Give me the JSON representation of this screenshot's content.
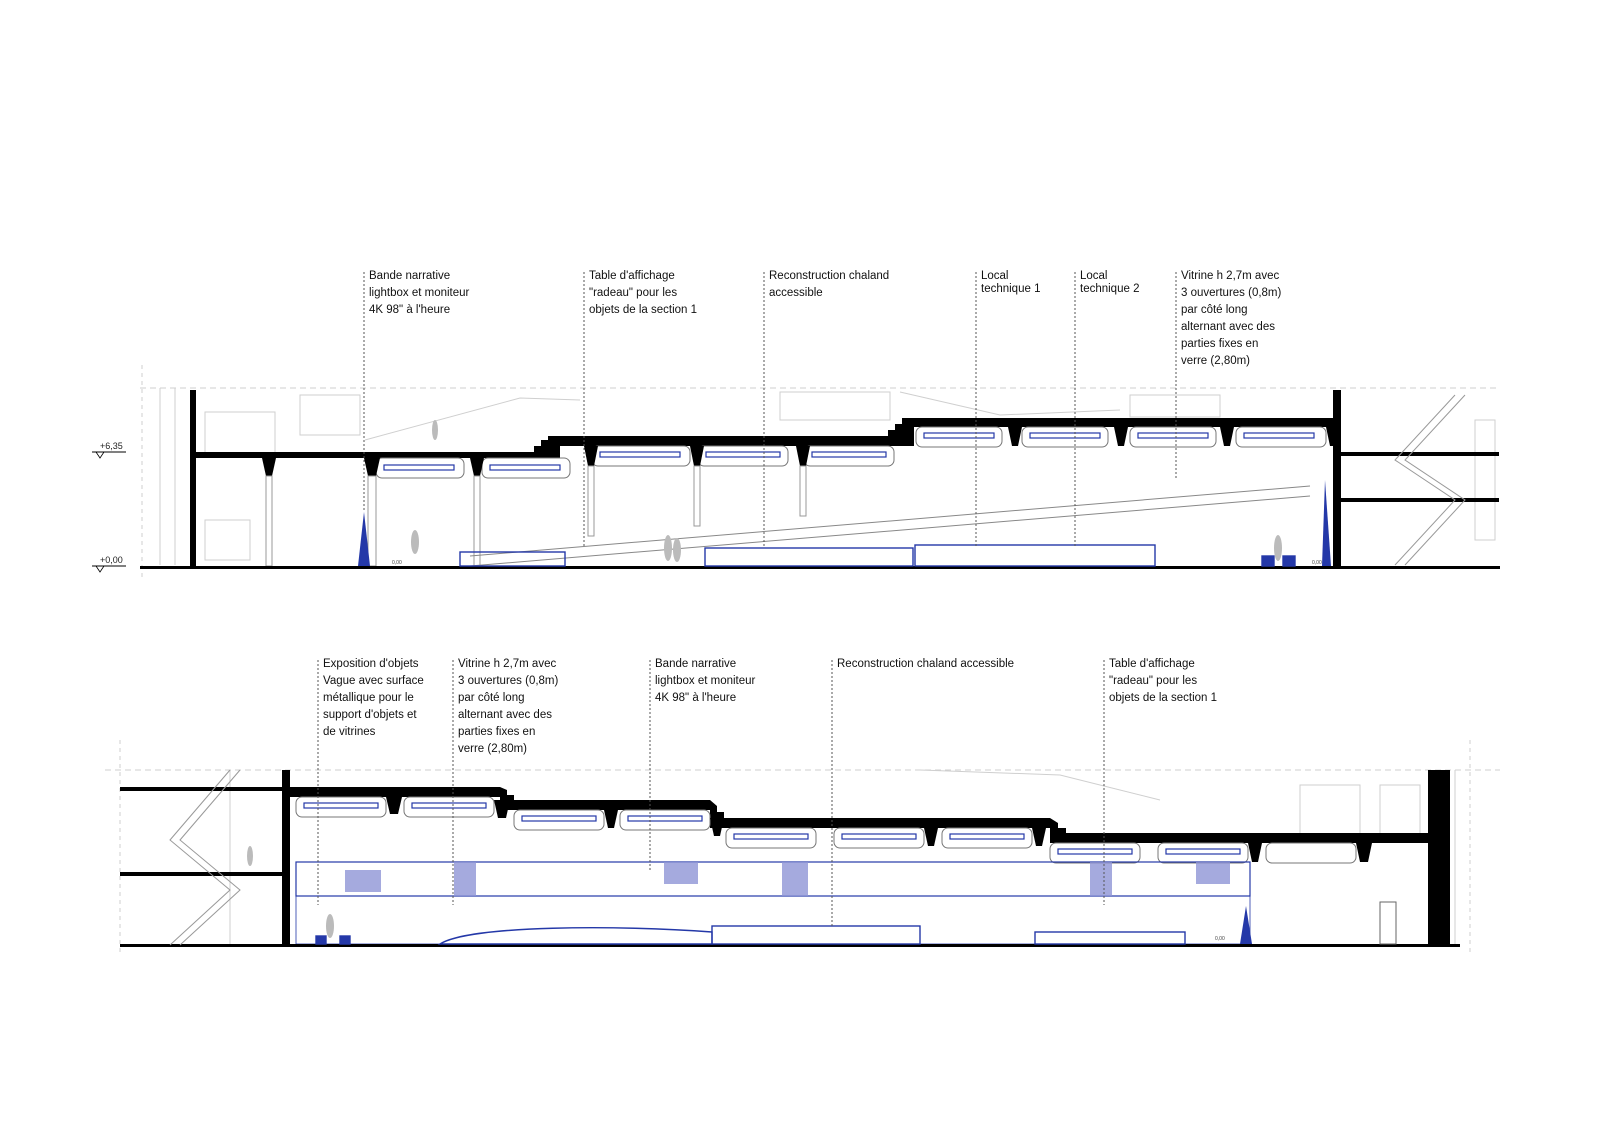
{
  "section_top": {
    "levels": [
      "+6,35",
      "+0,00"
    ],
    "small_marks": [
      "0,00",
      "0,00"
    ],
    "annotations": [
      {
        "lines": [
          "Bande narrative",
          "lightbox et moniteur",
          "4K 98\" à l'heure"
        ]
      },
      {
        "lines": [
          "Table d'affichage",
          "\"radeau\" pour les",
          "objets de la section 1"
        ]
      },
      {
        "lines": [
          "Reconstruction chaland",
          "accessible"
        ]
      },
      {
        "lines": [
          "Local",
          "technique 1"
        ]
      },
      {
        "lines": [
          "Local",
          "technique 2"
        ]
      },
      {
        "lines": [
          "Vitrine h 2,7m avec",
          "3 ouvertures (0,8m)",
          "par côté long",
          "alternant avec des",
          "parties fixes en",
          "verre (2,80m)"
        ]
      }
    ]
  },
  "section_bottom": {
    "small_marks": [
      "0,00"
    ],
    "annotations": [
      {
        "lines": [
          "Exposition d'objets",
          "Vague avec surface",
          "métallique pour le",
          "support d'objets et",
          "de vitrines"
        ]
      },
      {
        "lines": [
          "Vitrine h 2,7m avec",
          "3 ouvertures (0,8m)",
          "par côté long",
          "alternant avec des",
          "parties fixes en",
          "verre (2,80m)"
        ]
      },
      {
        "lines": [
          "Bande narrative",
          "lightbox et moniteur",
          "4K 98\" à l'heure"
        ]
      },
      {
        "lines": [
          "Reconstruction chaland accessible"
        ]
      },
      {
        "lines": [
          "Table d'affichage",
          "\"radeau\" pour les",
          "objets de la section 1"
        ]
      }
    ]
  },
  "colors": {
    "structure": "#000000",
    "accent_blue": "#2438a8",
    "glass_blue": "#8f95d6",
    "context_gray": "#c9c9c9",
    "leader": "#555555"
  }
}
